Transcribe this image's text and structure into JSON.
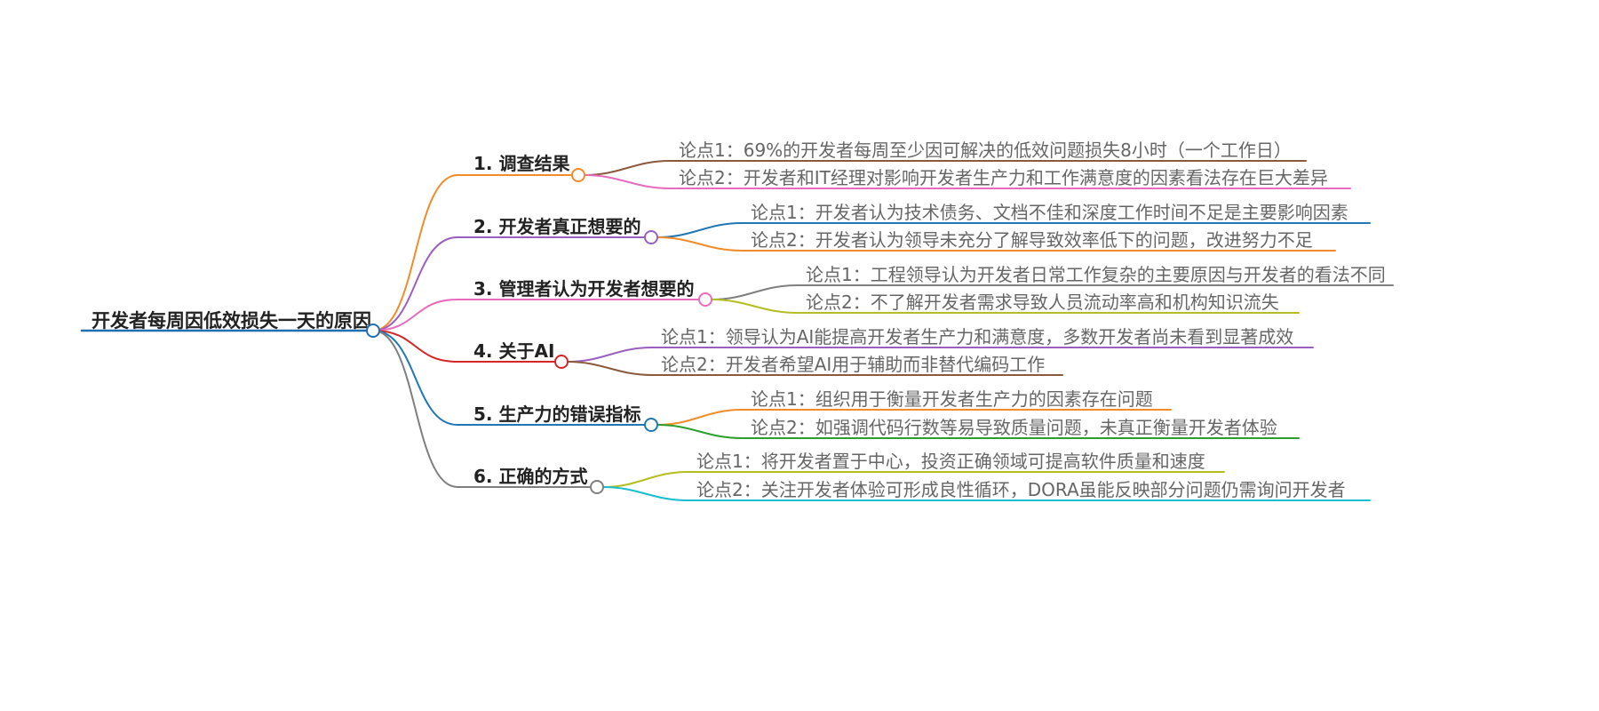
{
  "mindmap": {
    "root": {
      "label": "开发者每周因低效损失一天的原因",
      "color": "#1f6fb2"
    },
    "branches": [
      {
        "label": "1. 调查结果",
        "color": "#f28c28",
        "children": [
          {
            "label": "论点1：69%的开发者每周至少因可解决的低效问题损失8小时（一个工作日）",
            "color": "#8b5a3c"
          },
          {
            "label": "论点2：开发者和IT经理对影响开发者生产力和工作满意度的因素看法存在巨大差异",
            "color": "#e86bbd"
          }
        ]
      },
      {
        "label": "2. 开发者真正想要的",
        "color": "#9b5fc0",
        "children": [
          {
            "label": "论点1：开发者认为技术债务、文档不佳和深度工作时间不足是主要影响因素",
            "color": "#1f77b4"
          },
          {
            "label": "论点2：开发者认为领导未充分了解导致效率低下的问题，改进努力不足",
            "color": "#f28c28"
          }
        ]
      },
      {
        "label": "3. 管理者认为开发者想要的",
        "color": "#e86bbd",
        "children": [
          {
            "label": "论点1：工程领导认为开发者日常工作复杂的主要原因与开发者的看法不同",
            "color": "#7f7f7f"
          },
          {
            "label": "论点2：不了解开发者需求导致人员流动率高和机构知识流失",
            "color": "#b5bd1f"
          }
        ]
      },
      {
        "label": "4. 关于AI",
        "color": "#d62728",
        "children": [
          {
            "label": "论点1：领导认为AI能提高开发者生产力和满意度，多数开发者尚未看到显著成效",
            "color": "#9b5fc0"
          },
          {
            "label": "论点2：开发者希望AI用于辅助而非替代编码工作",
            "color": "#8b5a3c"
          }
        ]
      },
      {
        "label": "5. 生产力的错误指标",
        "color": "#1f77b4",
        "children": [
          {
            "label": "论点1：组织用于衡量开发者生产力的因素存在问题",
            "color": "#f28c28"
          },
          {
            "label": "论点2：如强调代码行数等易导致质量问题，未真正衡量开发者体验",
            "color": "#2ca02c"
          }
        ]
      },
      {
        "label": "6. 正确的方式",
        "color": "#7f7f7f",
        "children": [
          {
            "label": "论点1：将开发者置于中心，投资正确领域可提高软件质量和速度",
            "color": "#b5bd1f"
          },
          {
            "label": "论点2：关注开发者体验可形成良性循环，DORA虽能反映部分问题仍需询问开发者",
            "color": "#17becf"
          }
        ]
      }
    ]
  }
}
